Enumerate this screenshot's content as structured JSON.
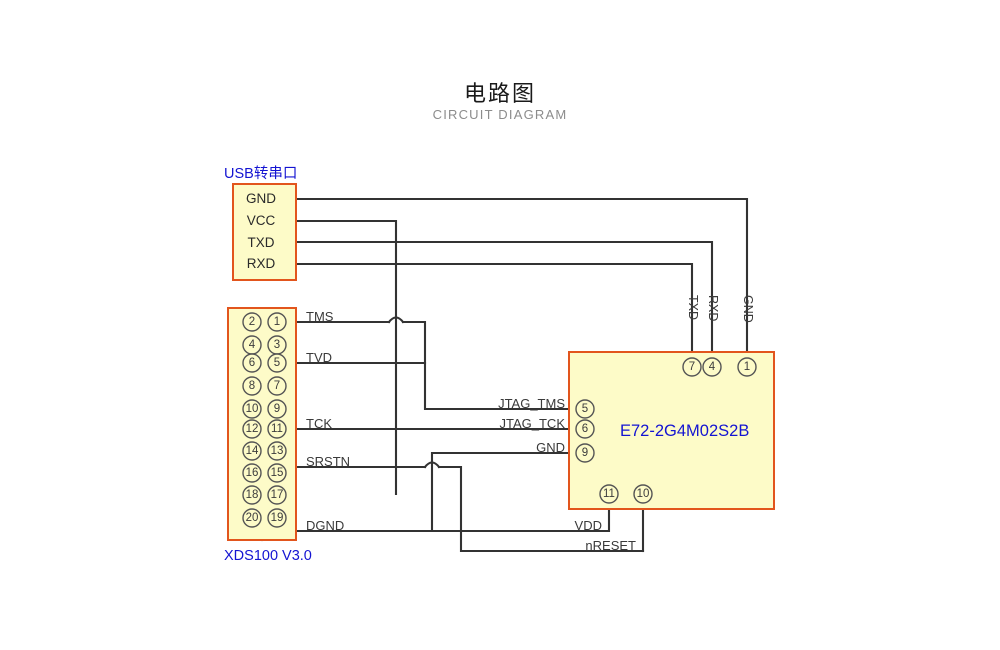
{
  "header": {
    "title_zh": "电路图",
    "title_en": "CIRCUIT DIAGRAM"
  },
  "colors": {
    "block_fill": "#fdfbc8",
    "block_border": "#e2551d",
    "wire": "#333333",
    "caption_blue": "#1414d2",
    "title_dark": "#1a1a1a",
    "subtitle_gray": "#8c8c8c"
  },
  "blocks": {
    "usb_serial": {
      "caption": "USB转串口",
      "pins": [
        {
          "label": "GND"
        },
        {
          "label": "VCC"
        },
        {
          "label": "TXD"
        },
        {
          "label": "RXD"
        }
      ]
    },
    "jtag": {
      "caption": "XDS100 V3.0",
      "pin_rows": [
        {
          "left": "2",
          "right": "1"
        },
        {
          "left": "4",
          "right": "3"
        },
        {
          "left": "6",
          "right": "5"
        },
        {
          "left": "8",
          "right": "7"
        },
        {
          "left": "10",
          "right": "9"
        },
        {
          "left": "12",
          "right": "11"
        },
        {
          "left": "14",
          "right": "13"
        },
        {
          "left": "16",
          "right": "15"
        },
        {
          "left": "18",
          "right": "17"
        },
        {
          "left": "20",
          "right": "19"
        }
      ],
      "net_labels": [
        {
          "text": "TMS"
        },
        {
          "text": "TVD"
        },
        {
          "text": "TCK"
        },
        {
          "text": "SRSTN"
        },
        {
          "text": "DGND"
        }
      ]
    },
    "module": {
      "name": "E72-2G4M02S2B",
      "top_pins": [
        {
          "num": "7",
          "label": "TXD"
        },
        {
          "num": "4",
          "label": "RXD"
        },
        {
          "num": "1",
          "label": "GND"
        }
      ],
      "left_pins": [
        {
          "num": "5",
          "label": "JTAG_TMS"
        },
        {
          "num": "6",
          "label": "JTAG_TCK"
        },
        {
          "num": "9",
          "label": "GND"
        }
      ],
      "bottom_pins": [
        {
          "num": "11",
          "label": "VDD"
        },
        {
          "num": "10",
          "label": "nRESET"
        }
      ]
    }
  }
}
